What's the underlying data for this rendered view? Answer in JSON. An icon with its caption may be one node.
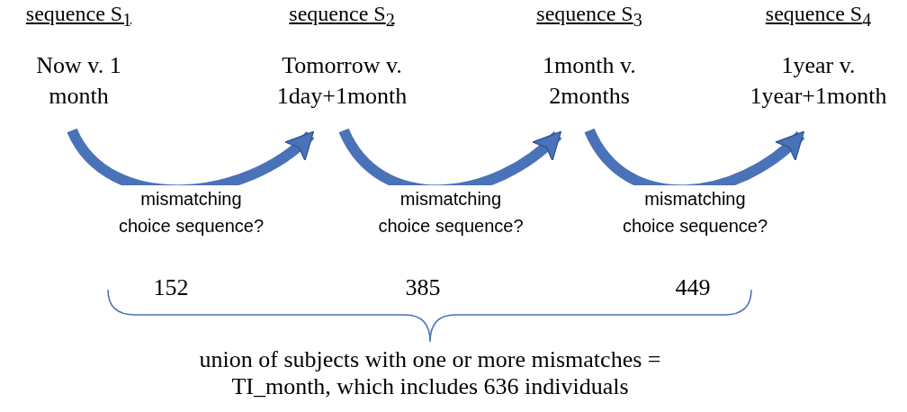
{
  "diagram": {
    "nodes": [
      {
        "text": [
          "sequence S$_{1}$",
          "Now v. 1 month"
        ]
      },
      {
        "text": [
          "sequence S$_{2}$",
          "Tomorrow v. 1day+1month"
        ]
      },
      {
        "text": [
          "sequence S$_{3}$",
          "1month v. 2months"
        ]
      },
      {
        "text": [
          "sequence S$_{4}$",
          "1year v. 1year+1month"
        ]
      }
    ],
    "edges": [
      {
        "from": 0,
        "to": 1,
        "arrow": "to",
        "label": "mismatching choice sequence?"
      },
      {
        "from": 1,
        "to": 2,
        "arrow": "to",
        "label": "mismatching choice sequence?"
      },
      {
        "from": 2,
        "to": 3,
        "arrow": "to",
        "label": "mismatching choice sequence?"
      }
    ],
    "labels": [
      "152",
      "385",
      "449",
      "union of subjects with one or more mismatches = TI_month, which includes 636 individuals"
    ]
  }
}
